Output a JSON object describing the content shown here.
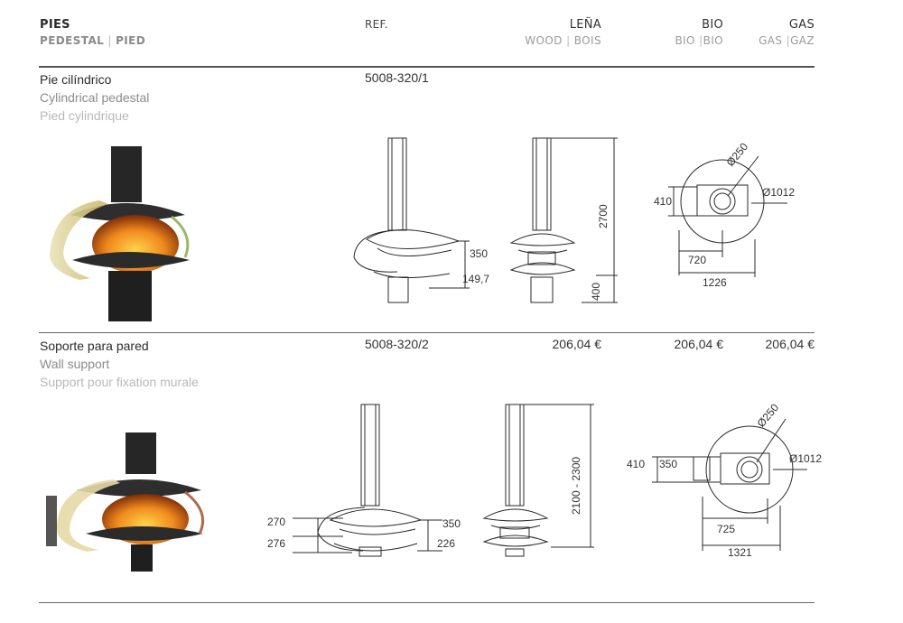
{
  "header": {
    "title": "PIES",
    "subtitle_es": "PEDESTAL",
    "subtitle_sep": "|",
    "subtitle_fr": "PIED",
    "col_ref": "REF.",
    "col_wood_title": "LEÑA",
    "col_wood_sub_a": "WOOD",
    "col_wood_sub_b": "BOIS",
    "col_bio_title": "BIO",
    "col_bio_sub_a": "BIO",
    "col_bio_sub_b": "BIO",
    "col_gas_title": "GAS",
    "col_gas_sub_a": "GAS",
    "col_gas_sub_b": "GAZ",
    "separator": "|"
  },
  "products": [
    {
      "name_es": "Pie cilíndrico",
      "name_en": "Cylindrical pedestal",
      "name_fr": "Pied cylindrique",
      "ref": "5008-320/1",
      "dims": {
        "height": "2700",
        "base": "400",
        "body_h": "350",
        "lower_h": "149,7",
        "depth": "410",
        "flue": "Ø250",
        "diameter": "Ø1012",
        "offset": "720",
        "total": "1226"
      }
    },
    {
      "name_es": "Soporte para pared",
      "name_en": "Wall support",
      "name_fr": "Support pour fixation murale",
      "ref": "5008-320/2",
      "price_wood": "206,04 €",
      "price_bio": "206,04 €",
      "price_gas": "206,04 €",
      "dims": {
        "height": "2100 - 2300",
        "left_top": "270",
        "left_bottom": "276",
        "right_top": "350",
        "right_bottom": "226",
        "depth": "410",
        "depth2": "350",
        "flue": "Ø250",
        "diameter": "Ø1012",
        "offset": "725",
        "total": "1321"
      }
    }
  ]
}
